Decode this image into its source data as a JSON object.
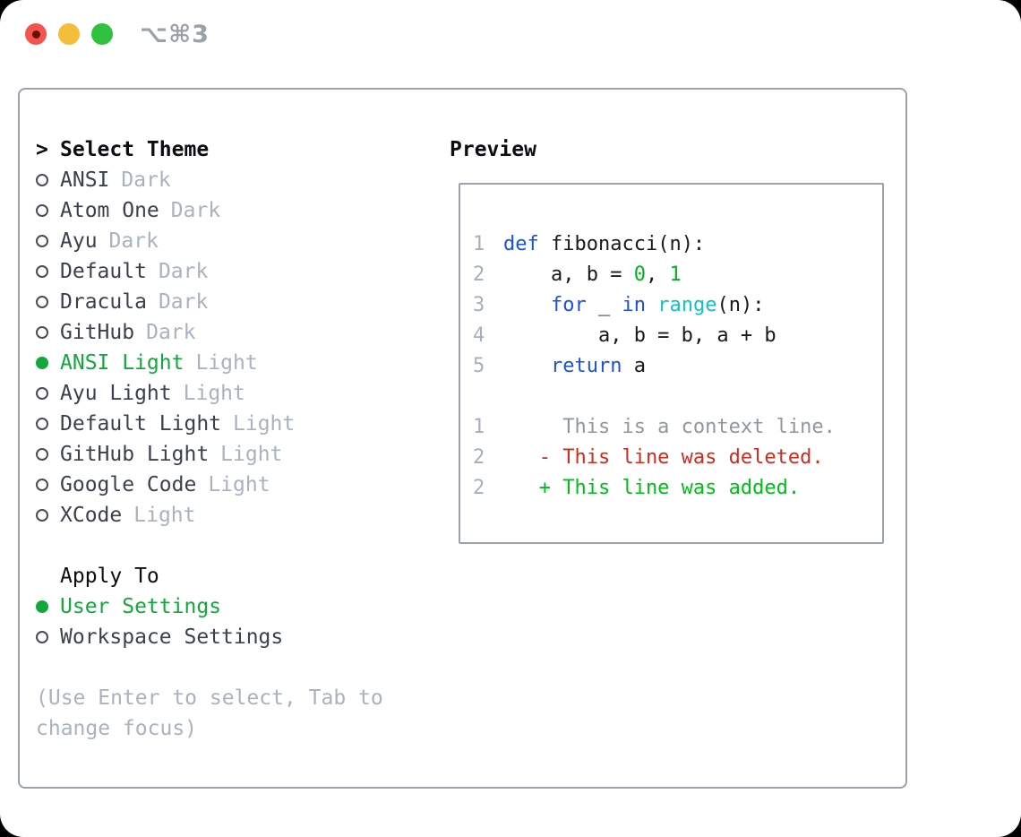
{
  "window": {
    "title": "⌥⌘3",
    "traffic_lights": [
      "close",
      "minimize",
      "zoom"
    ]
  },
  "theme_panel": {
    "header_marker": ">",
    "header": "Select Theme",
    "themes": [
      {
        "name": "ANSI",
        "variant": "Dark",
        "selected": false
      },
      {
        "name": "Atom One",
        "variant": "Dark",
        "selected": false
      },
      {
        "name": "Ayu",
        "variant": "Dark",
        "selected": false
      },
      {
        "name": "Default",
        "variant": "Dark",
        "selected": false
      },
      {
        "name": "Dracula",
        "variant": "Dark",
        "selected": false
      },
      {
        "name": "GitHub",
        "variant": "Dark",
        "selected": false
      },
      {
        "name": "ANSI Light",
        "variant": "Light",
        "selected": true
      },
      {
        "name": "Ayu Light",
        "variant": "Light",
        "selected": false
      },
      {
        "name": "Default Light",
        "variant": "Light",
        "selected": false
      },
      {
        "name": "GitHub Light",
        "variant": "Light",
        "selected": false
      },
      {
        "name": "Google Code",
        "variant": "Light",
        "selected": false
      },
      {
        "name": "XCode",
        "variant": "Light",
        "selected": false
      }
    ],
    "apply_to": {
      "label": "Apply To",
      "options": [
        {
          "name": "User Settings",
          "selected": true
        },
        {
          "name": "Workspace Settings",
          "selected": false
        }
      ]
    },
    "hint_lines": [
      "(Use Enter to select, Tab to",
      "change focus)"
    ]
  },
  "preview": {
    "header": "Preview",
    "lines": [
      {
        "num": "1",
        "segments": [
          {
            "t": "def",
            "c": "kw"
          },
          {
            "t": " fibonacci(n):",
            "c": "fg"
          }
        ]
      },
      {
        "num": "2",
        "segments": [
          {
            "t": "    a, b = ",
            "c": "fg"
          },
          {
            "t": "0",
            "c": "num"
          },
          {
            "t": ", ",
            "c": "fg"
          },
          {
            "t": "1",
            "c": "num"
          }
        ]
      },
      {
        "num": "3",
        "segments": [
          {
            "t": "    ",
            "c": "fg"
          },
          {
            "t": "for",
            "c": "kw"
          },
          {
            "t": " _ ",
            "c": "fg"
          },
          {
            "t": "in",
            "c": "kw"
          },
          {
            "t": " ",
            "c": "fg"
          },
          {
            "t": "range",
            "c": "fn"
          },
          {
            "t": "(n):",
            "c": "fg"
          }
        ]
      },
      {
        "num": "4",
        "segments": [
          {
            "t": "        a, b = b, a + b",
            "c": "fg"
          }
        ]
      },
      {
        "num": "5",
        "segments": [
          {
            "t": "    ",
            "c": "fg"
          },
          {
            "t": "return",
            "c": "kw"
          },
          {
            "t": " a",
            "c": "fg"
          }
        ]
      },
      {
        "num": "",
        "segments": []
      },
      {
        "num": "1",
        "segments": [
          {
            "t": "     This is a context line.",
            "c": "ctx"
          }
        ]
      },
      {
        "num": "2",
        "segments": [
          {
            "t": "   - This line was deleted.",
            "c": "del"
          }
        ]
      },
      {
        "num": "2",
        "segments": [
          {
            "t": "   + This line was added.",
            "c": "add"
          }
        ]
      }
    ]
  },
  "colors": {
    "accent": "#12a83b",
    "heading": "#0b0d10",
    "item_fg": "#3a414d",
    "muted": "#a9b2bf",
    "bullet_ring": "#464d58",
    "border": "#9aa2ae",
    "code_fg": "#17191d",
    "kw": "#1b50e0",
    "builtin": "#13bfc9",
    "numlit": "#00b41e",
    "lnum": "#a6b0bd",
    "ctx": "#8f979f",
    "del": "#d02b1d",
    "add": "#00bd17",
    "tl_red": "#f4544d",
    "tl_red_dot": "#67100c",
    "tl_yellow": "#f6bd3a",
    "tl_green": "#30c13e",
    "title_gray": "#9aa1a9"
  }
}
